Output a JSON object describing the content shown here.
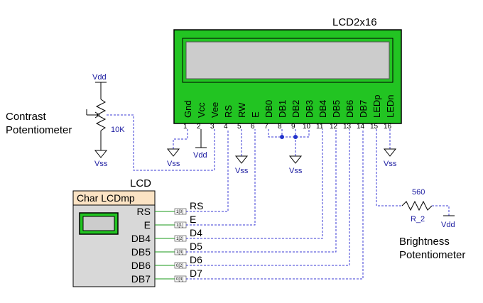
{
  "colors": {
    "lcd_green": "#22c422",
    "lcd_screen": "#cccccc",
    "wire": "#3b3bd6",
    "block_header": "#fbe3c4",
    "block_body": "#d8d8d8"
  },
  "lcd_module": {
    "title": "LCD2x16",
    "pins": [
      {
        "name": "Gnd",
        "num": "1"
      },
      {
        "name": "Vcc",
        "num": "2"
      },
      {
        "name": "Vee",
        "num": "3"
      },
      {
        "name": "RS",
        "num": "4"
      },
      {
        "name": "RW",
        "num": "5"
      },
      {
        "name": "E",
        "num": "6"
      },
      {
        "name": "DB0",
        "num": "7"
      },
      {
        "name": "DB1",
        "num": "8"
      },
      {
        "name": "DB2",
        "num": "9"
      },
      {
        "name": "DB3",
        "num": "10"
      },
      {
        "name": "DB4",
        "num": "11"
      },
      {
        "name": "DB5",
        "num": "12"
      },
      {
        "name": "DB6",
        "num": "13"
      },
      {
        "name": "DB7",
        "num": "14"
      },
      {
        "name": "LEDp",
        "num": "15"
      },
      {
        "name": "LEDn",
        "num": "16"
      }
    ]
  },
  "power": {
    "vdd": "Vdd",
    "vss": "Vss"
  },
  "contrast": {
    "caption_line1": "Contrast",
    "caption_line2": "Potentiometer",
    "value": "10K"
  },
  "brightness": {
    "caption_line1": "Brightness",
    "caption_line2": "Potentiometer",
    "value": "560",
    "ref": "R_2"
  },
  "block": {
    "title": "LCD",
    "header": "Char LCDmp",
    "ports": [
      "RS",
      "E",
      "DB4",
      "DB5",
      "DB6",
      "DB7"
    ],
    "tags": [
      "1[0]",
      "1[1]",
      "1[2]",
      "1[3]",
      "0[2]",
      "0[3]"
    ],
    "net_labels": [
      "RS",
      "E",
      "D4",
      "D5",
      "D6",
      "D7"
    ]
  }
}
